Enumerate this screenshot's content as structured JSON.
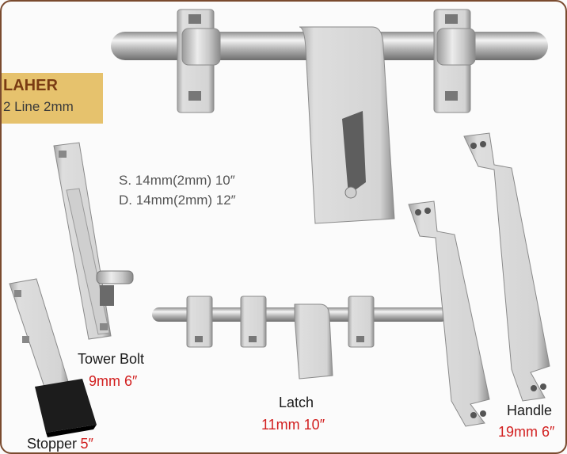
{
  "badge": {
    "title": "LAHER",
    "subtitle": "2 Line 2mm"
  },
  "specs": {
    "line1": "S. 14mm(2mm) 10″",
    "line2": "D. 14mm(2mm) 12″"
  },
  "products": {
    "tower_bolt": {
      "name": "Tower Bolt",
      "size": "9mm 6″"
    },
    "stopper": {
      "name": "Stopper",
      "size": "5″"
    },
    "latch": {
      "name": "Latch",
      "size": "11mm 10″"
    },
    "handle": {
      "name": "Handle",
      "size": "19mm 6″"
    }
  },
  "colors": {
    "frame": "#7a4a2e",
    "badge": "#e6c26d",
    "badge_text": "#7a3b13",
    "accent_red": "#d21f1f"
  }
}
